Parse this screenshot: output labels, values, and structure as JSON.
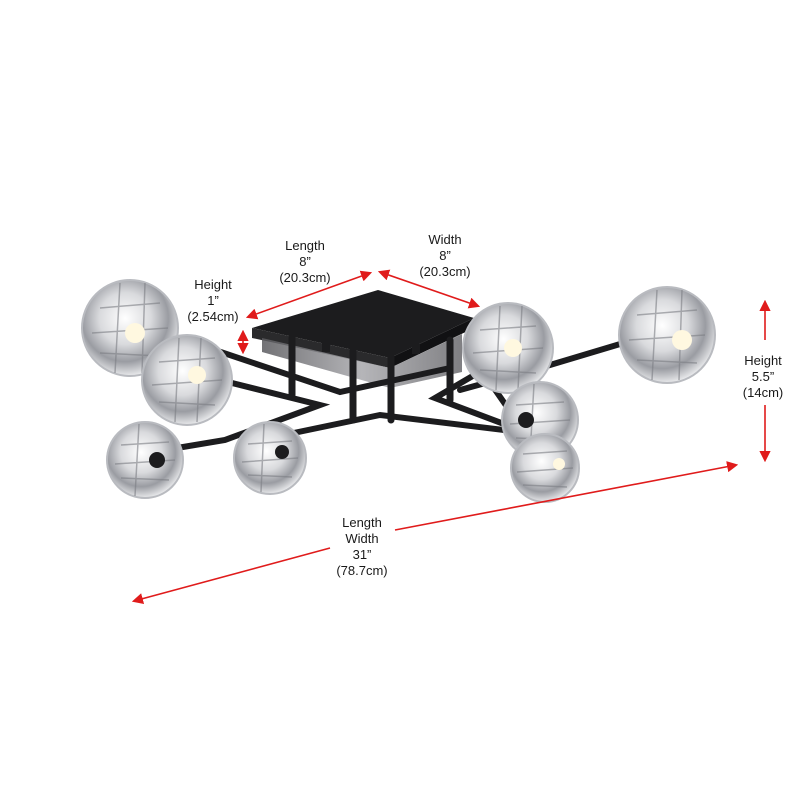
{
  "diagram": {
    "subject": "8-light black semi-flush ceiling fixture with crystal globe shades",
    "arrow_color": "#e01b1b",
    "fixture_color": "#1c1c1e",
    "canopy_underside_color": "#8e8e92",
    "dimensions": {
      "canopy_length": {
        "label": "Length",
        "imperial": "8”",
        "metric": "(20.3cm)"
      },
      "canopy_width": {
        "label": "Width",
        "imperial": "8”",
        "metric": "(20.3cm)"
      },
      "canopy_height": {
        "label": "Height",
        "imperial": "1”",
        "metric": "(2.54cm)"
      },
      "overall_height": {
        "label": "Height",
        "imperial": "5.5”",
        "metric": "(14cm)"
      },
      "overall_length_width": {
        "label_1": "Length",
        "label_2": "Width",
        "imperial": "31”",
        "metric": "(78.7cm)"
      }
    },
    "light_count": 8
  }
}
